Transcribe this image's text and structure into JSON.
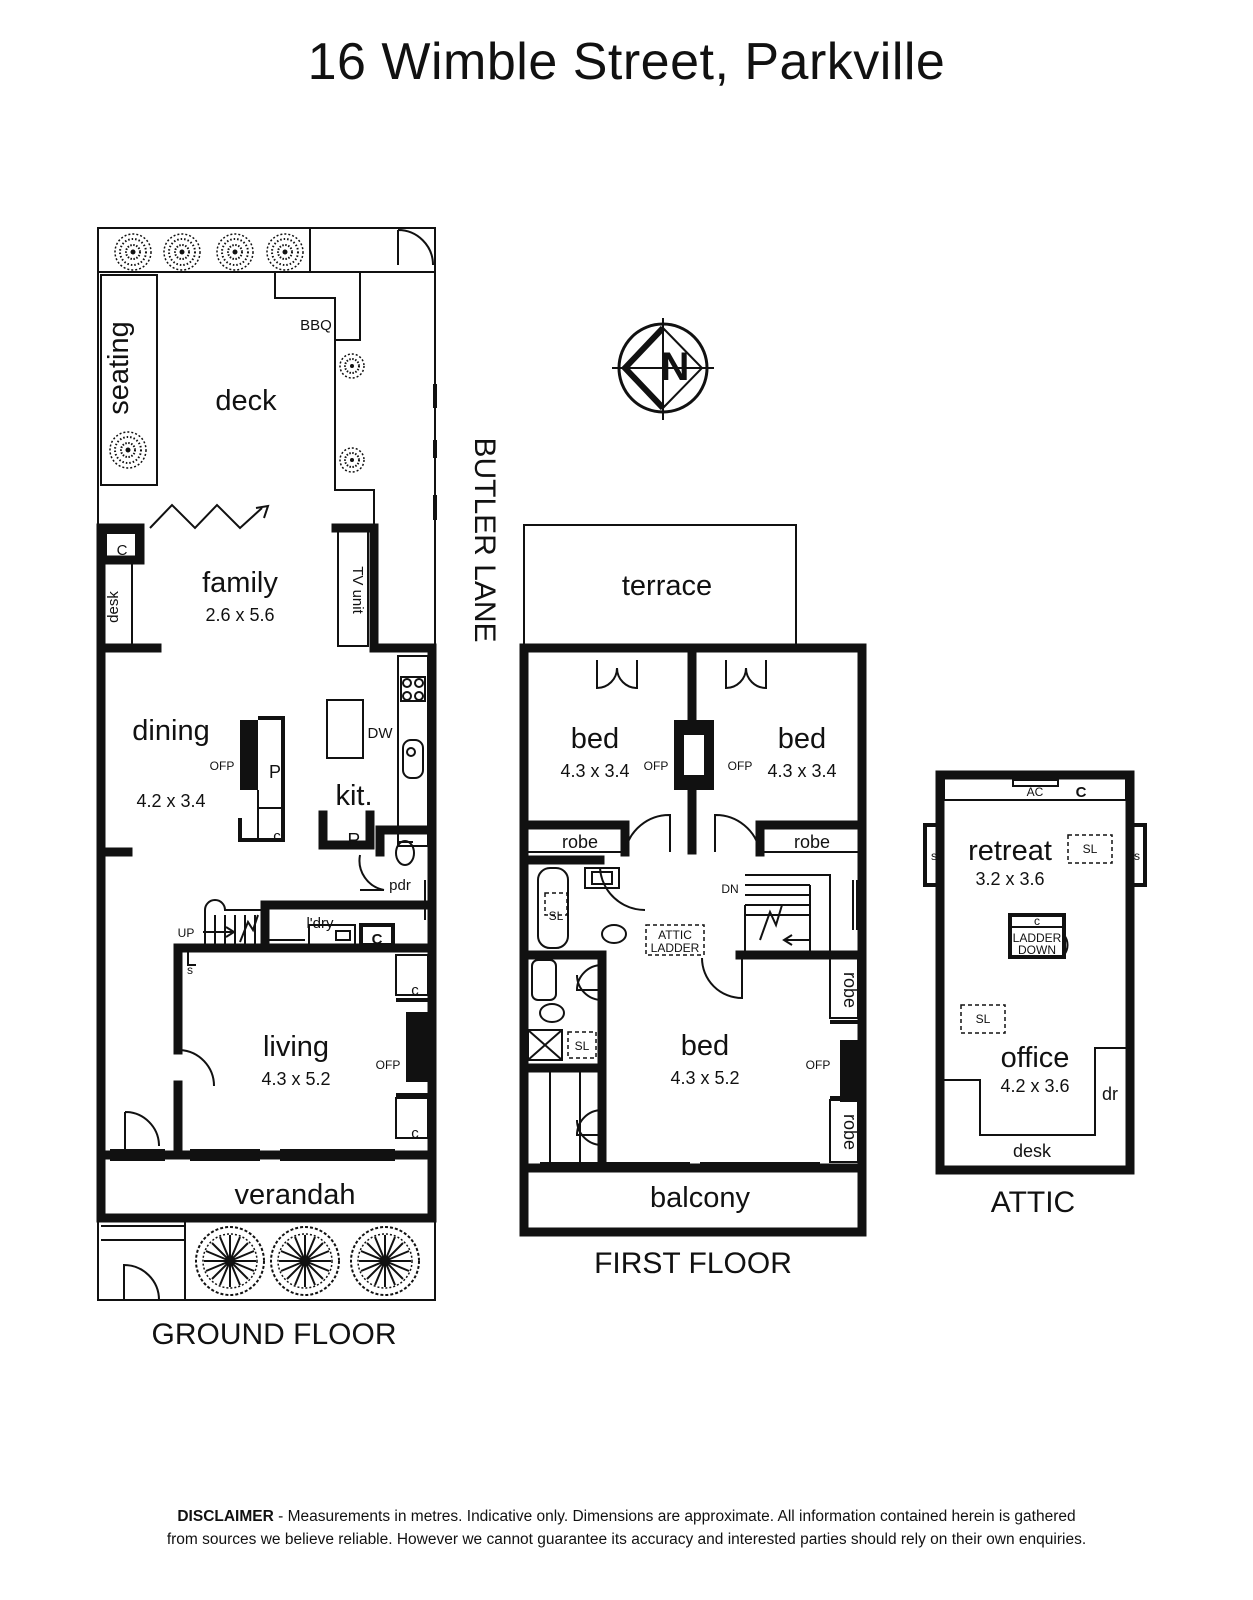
{
  "title": "16 Wimble Street, Parkville",
  "disclaimer": {
    "label": "DISCLAIMER",
    "line1": " - Measurements in metres. Indicative only. Dimensions are approximate. All information contained herein is gathered",
    "line2": "from sources we believe reliable. However we cannot guarantee its accuracy and interested parties should rely on their own enquiries."
  },
  "compass": {
    "letter": "N"
  },
  "street": "BUTLER LANE",
  "ground_floor": {
    "heading": "GROUND FLOOR",
    "deck": "deck",
    "seating": "seating",
    "bbq": "BBQ",
    "family": {
      "name": "family",
      "dims": "2.6 x 5.6"
    },
    "dining": {
      "name": "dining",
      "dims": "4.2 x 3.4"
    },
    "kitchen": "kit.",
    "living": {
      "name": "living",
      "dims": "4.3 x 5.2"
    },
    "verandah": "verandah",
    "pdr": "pdr",
    "laundry": "l'dry",
    "tv_unit": "TV unit",
    "desk": "desk",
    "cupboard": "C",
    "cupboard_lower": "c",
    "dw": "DW",
    "pantry": "P",
    "fridge": "R",
    "ofp": "OFP",
    "up": "UP",
    "s": "s"
  },
  "first_floor": {
    "heading": "FIRST FLOOR",
    "terrace": "terrace",
    "bed_left": {
      "name": "bed",
      "dims": "4.3 x 3.4"
    },
    "bed_right": {
      "name": "bed",
      "dims": "4.3 x 3.4"
    },
    "bed_main": {
      "name": "bed",
      "dims": "4.3 x 5.2"
    },
    "robe": "robe",
    "balcony": "balcony",
    "ofp": "OFP",
    "dn": "DN",
    "sl": "SL",
    "attic_ladder_1": "ATTIC",
    "attic_ladder_2": "LADDER"
  },
  "attic": {
    "heading": "ATTIC",
    "retreat": {
      "name": "retreat",
      "dims": "3.2 x 3.6"
    },
    "office": {
      "name": "office",
      "dims": "4.2 x 3.6"
    },
    "desk": "desk",
    "dr": "dr",
    "ac": "AC",
    "c_upper": "C",
    "c_lower": "c",
    "s": "s",
    "sl": "SL",
    "ladder_1": "LADDER",
    "ladder_2": "DOWN"
  }
}
